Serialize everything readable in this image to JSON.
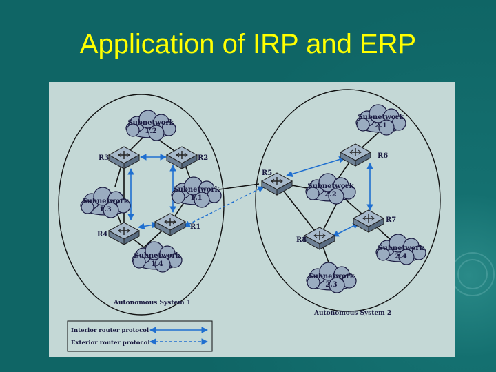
{
  "title": "Application of IRP and ERP",
  "systems": [
    {
      "name": "Autonomous System 1"
    },
    {
      "name": "Autonomous System 2"
    }
  ],
  "subnetworks": [
    {
      "label": "Subnetwork",
      "num": "1.2"
    },
    {
      "label": "Subnetwork",
      "num": "1.1"
    },
    {
      "label": "Subnetwork",
      "num": "1.3"
    },
    {
      "label": "Subnetwork",
      "num": "1.4"
    },
    {
      "label": "Subnetwork",
      "num": "2.1"
    },
    {
      "label": "Subnetwork",
      "num": "2.2"
    },
    {
      "label": "Subnetwork",
      "num": "2.4"
    },
    {
      "label": "Subnetwork",
      "num": "2.3"
    }
  ],
  "routers": [
    "R1",
    "R2",
    "R3",
    "R4",
    "R5",
    "R6",
    "R7",
    "R8"
  ],
  "legend": {
    "interior": "Interior router protocol",
    "exterior": "Exterior router protocol"
  },
  "colors": {
    "title": "#ffff00",
    "protocol_arrow": "#1f6fd0",
    "router": "#8a9eb4",
    "cloud": "#9aacc0"
  }
}
